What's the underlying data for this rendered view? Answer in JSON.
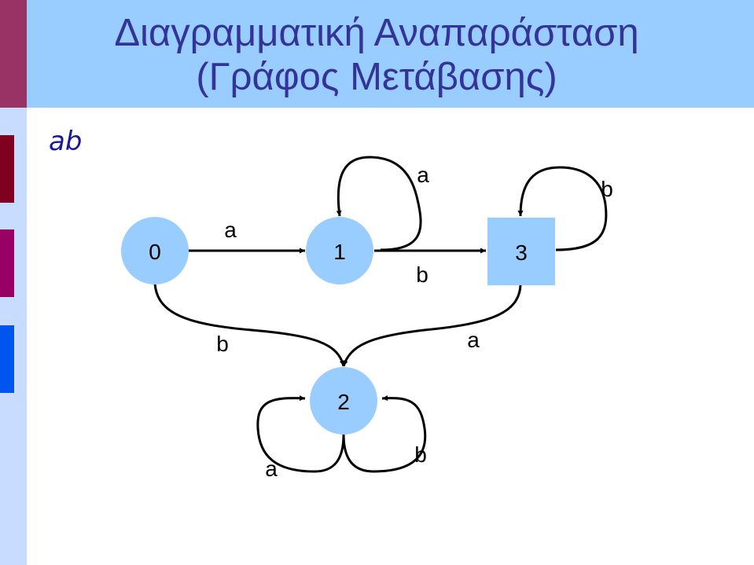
{
  "title": {
    "line1": "Διαγραμματική Αναπαράσταση",
    "line2": "(Γράφος Μετάβασης)"
  },
  "subtitle": "ab",
  "colors": {
    "header_bg": "#99ccff",
    "title_text": "#333399",
    "strip_bg": "#c8dcff",
    "strip_top": "#993366",
    "accent_1": "#800020",
    "accent_2": "#990066",
    "accent_3": "#0055ee",
    "node_fill": "#99ccff",
    "edge": "#000000"
  },
  "diagram": {
    "nodes": [
      {
        "id": "0",
        "label": "0",
        "shape": "circle"
      },
      {
        "id": "1",
        "label": "1",
        "shape": "circle"
      },
      {
        "id": "2",
        "label": "2",
        "shape": "circle"
      },
      {
        "id": "3",
        "label": "3",
        "shape": "square"
      }
    ],
    "edges": [
      {
        "from": "0",
        "to": "1",
        "label": "a"
      },
      {
        "from": "1",
        "to": "1",
        "label": "a"
      },
      {
        "from": "1",
        "to": "3",
        "label": "b"
      },
      {
        "from": "3",
        "to": "3",
        "label": "b"
      },
      {
        "from": "0",
        "to": "2",
        "label": "b"
      },
      {
        "from": "3",
        "to": "2",
        "label": "a"
      },
      {
        "from": "2",
        "to": "2",
        "label": "a"
      },
      {
        "from": "2",
        "to": "2",
        "label": "b"
      }
    ]
  }
}
